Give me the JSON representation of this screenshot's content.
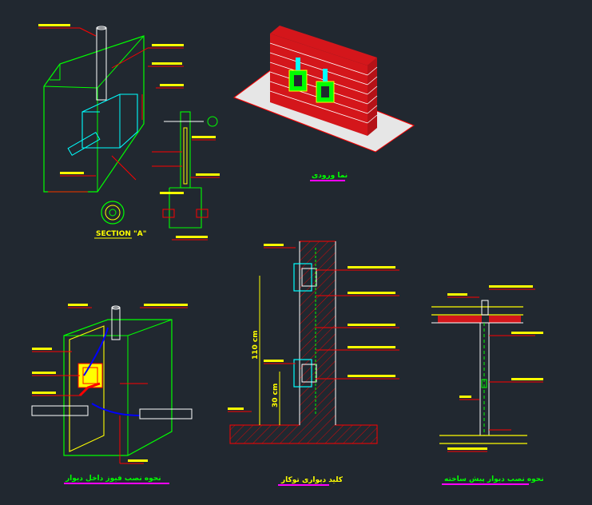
{
  "titles": {
    "iso_box": "SECTION \"A\"",
    "wall_iso": "نما ورودی",
    "bottom_left": "نحوه نصب فیوز داخل دیوار",
    "wall_section": "کلید دیواری توکار",
    "right_detail": "نحوه نصب دیوار پیش ساخته"
  },
  "dim_labels": {
    "vertical_height": "110 cm",
    "small_height": "30 cm"
  },
  "colors": {
    "background": "#212830",
    "primary": "#ff0000",
    "secondary": "#ffff00",
    "green": "#00ff00",
    "cyan": "#00ffff",
    "magenta": "#ff00ff",
    "brick": "#d4161b",
    "white": "#ffffff"
  }
}
